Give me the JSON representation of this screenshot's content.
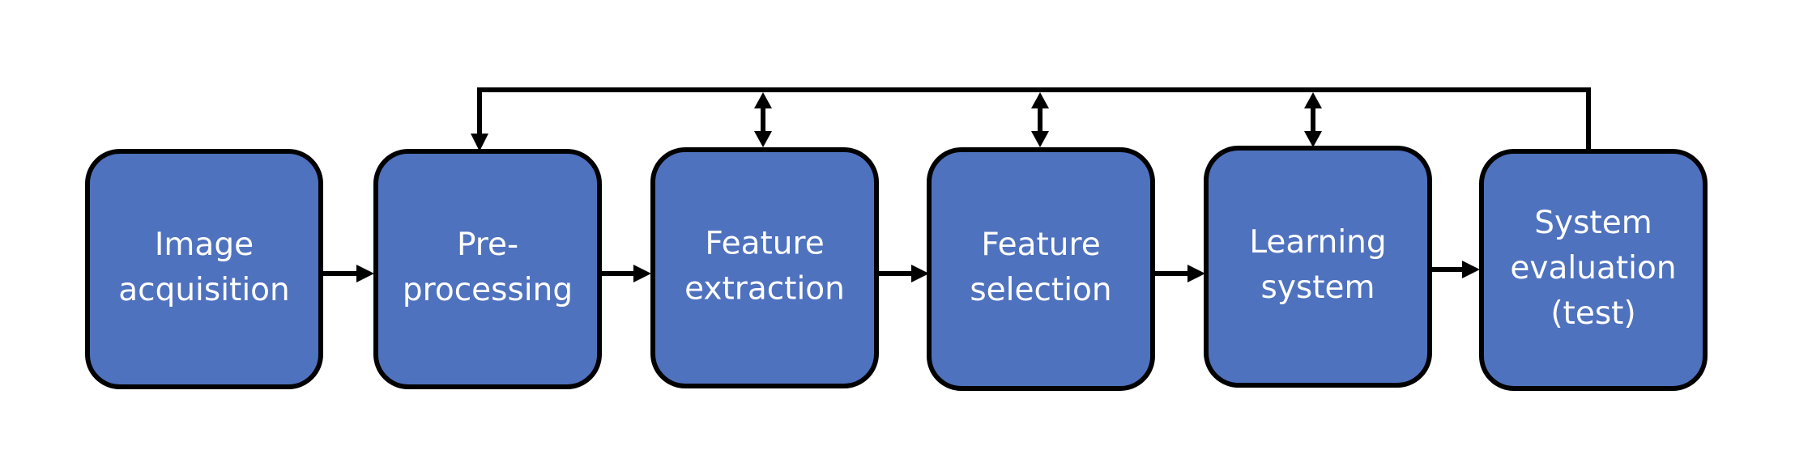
{
  "diagram": {
    "stages": [
      {
        "id": "image-acquisition",
        "lines": [
          "Image",
          "acquisition"
        ]
      },
      {
        "id": "pre-processing",
        "lines": [
          "Pre-",
          "processing"
        ]
      },
      {
        "id": "feature-extraction",
        "lines": [
          "Feature",
          "extraction"
        ]
      },
      {
        "id": "feature-selection",
        "lines": [
          "Feature",
          "selection"
        ]
      },
      {
        "id": "learning-system",
        "lines": [
          "Learning",
          "system"
        ]
      },
      {
        "id": "system-evaluation",
        "lines": [
          "System",
          "evaluation",
          "(test)"
        ]
      }
    ],
    "colors": {
      "box_fill": "#4f72be",
      "box_stroke": "#000000",
      "label_text": "#ffffff",
      "connector": "#000000"
    }
  }
}
